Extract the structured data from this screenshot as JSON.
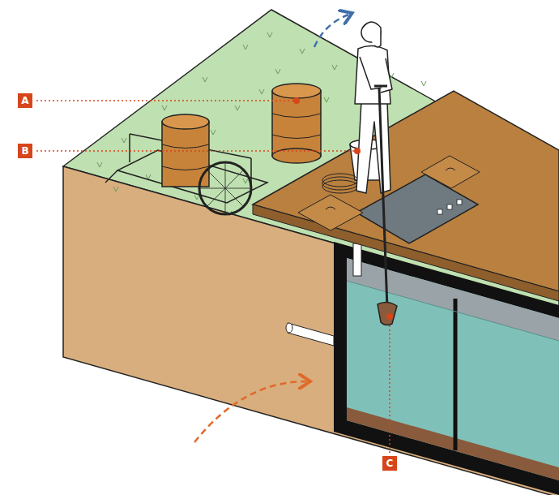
{
  "diagram": {
    "labels": [
      "A",
      "B",
      "C"
    ]
  }
}
